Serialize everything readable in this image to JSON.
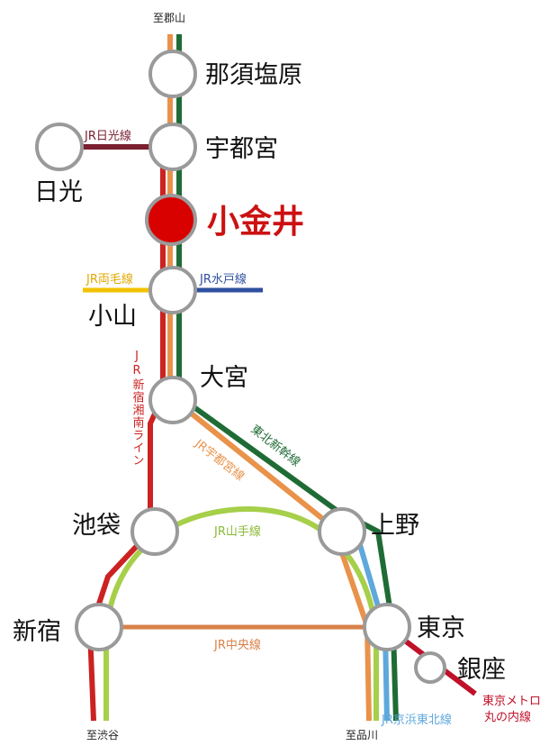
{
  "colors": {
    "orange": "#e9924a",
    "green": "#1f6b35",
    "red": "#cc2222",
    "maroon": "#7a2030",
    "yellow": "#f2c200",
    "blue": "#2f4f9f",
    "lightgreen": "#a6cf4a",
    "skyblue": "#5fa8dc",
    "chuo": "#d7824a",
    "highlight": "#cc1111"
  },
  "stations": {
    "nasushiobara": "那須塩原",
    "utsunomiya": "宇都宮",
    "nikko": "日光",
    "koganei": "小金井",
    "oyama": "小山",
    "omiya": "大宮",
    "ikebukuro": "池袋",
    "ueno": "上野",
    "shinjuku": "新宿",
    "tokyo": "東京",
    "ginza": "銀座"
  },
  "lines": {
    "nikko": "JR日光線",
    "ryomo": "JR両毛線",
    "mito": "JR水戸線",
    "shonan_shinjuku": "JR新宿湘南ライン",
    "tohoku_shinkansen": "東北新幹線",
    "utsunomiya": "JR宇都宮線",
    "yamanote": "JR山手線",
    "chuo": "JR中央線",
    "keihin_tohoku": "JR京浜東北線",
    "marunouchi_1": "東京メトロ",
    "marunouchi_2": "丸の内線"
  },
  "destinations": {
    "koriyama": "至郡山",
    "shibuya": "至渋谷",
    "shinagawa": "至品川"
  }
}
